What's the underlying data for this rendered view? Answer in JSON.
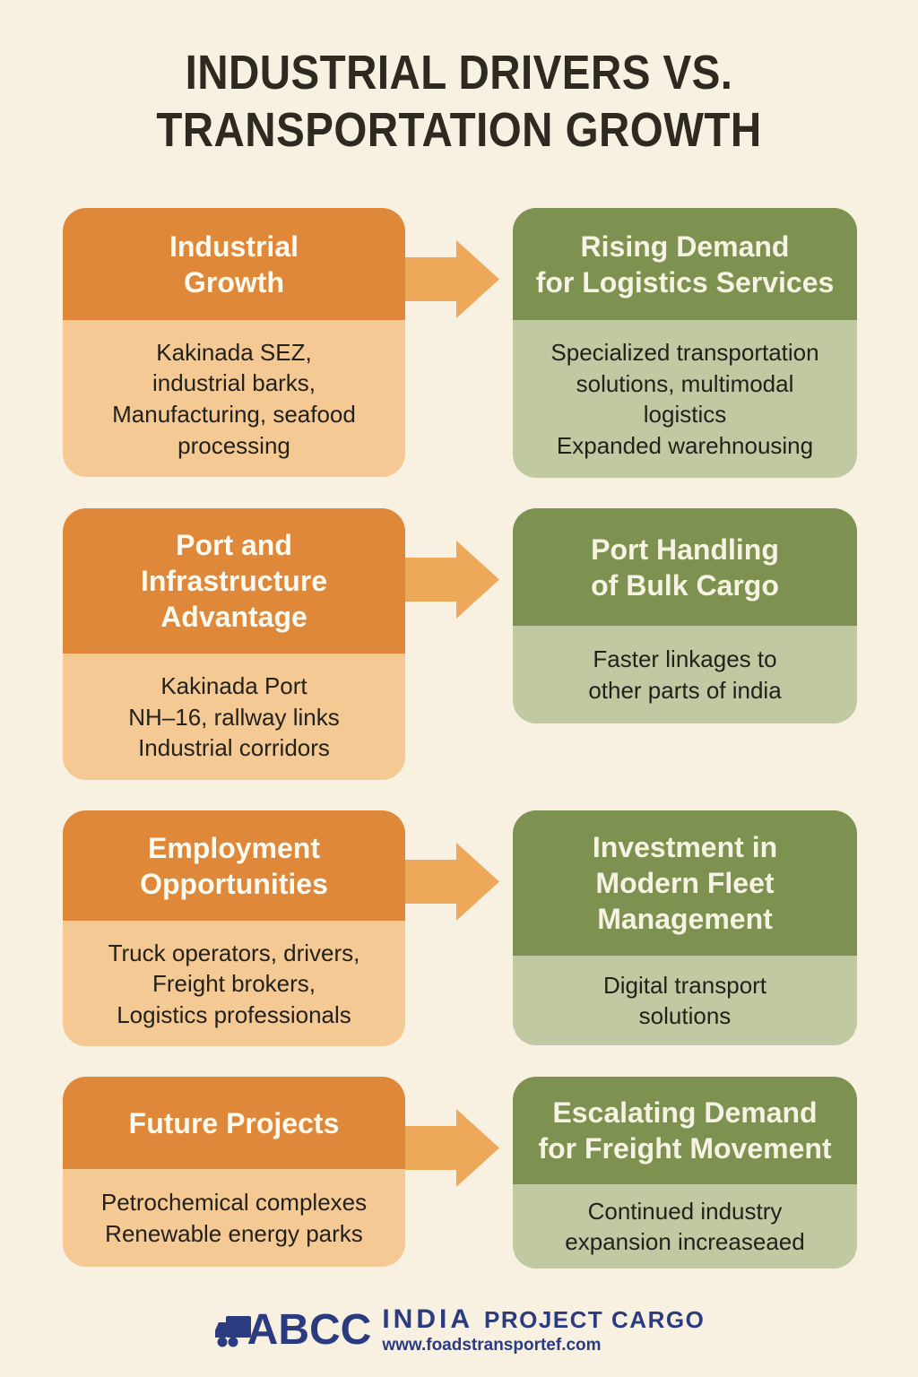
{
  "title": "INDUSTRIAL DRIVERS VS.\nTRANSPORTATION GROWTH",
  "colors": {
    "background": "#F8F1E2",
    "title_text": "#2E2A21",
    "orange_header": "#E0883A",
    "orange_body": "#F5C994",
    "green_header": "#7D9150",
    "green_body": "#C1C9A3",
    "arrow": "#EDA85A",
    "logo_navy": "#2B3B80"
  },
  "rows": [
    {
      "left": {
        "title": "Industrial\nGrowth",
        "body": "Kakinada SEZ,\nindustrial barks,\nManufacturing, seafood\nprocessing"
      },
      "right": {
        "title": "Rising Demand\nfor Logistics Services",
        "body": "Specialized transportation\nsolutions, multimodal\nlogistics\nExpanded warehnousing"
      }
    },
    {
      "left": {
        "title": "Port and\nInfrastructure\nAdvantage",
        "body": "Kakinada Port\nNH–16, rallway links\nIndustrial corridors"
      },
      "right": {
        "title": "Port Handling\nof Bulk Cargo",
        "body": "Faster linkages to\nother parts of india"
      }
    },
    {
      "left": {
        "title": "Employment\nOpportunities",
        "body": "Truck operators, drivers,\nFreight brokers,\nLogistics professionals"
      },
      "right": {
        "title": "Investment in\nModern Fleet\nManagement",
        "body": "Digital transport\nsolutions"
      }
    },
    {
      "left": {
        "title": "Future Projects",
        "body": "Petrochemical complexes\nRenewable energy parks"
      },
      "right": {
        "title": "Escalating Demand\nfor Freight Movement",
        "body": "Continued industry\nexpansion  increaseaed"
      }
    }
  ],
  "footer": {
    "logo_text": "ABCC",
    "brand_word": "INDIA",
    "brand_rest": "PROJECT CARGO",
    "url": "www.foadstransportef.com",
    "truck_icon": "truck-icon"
  }
}
